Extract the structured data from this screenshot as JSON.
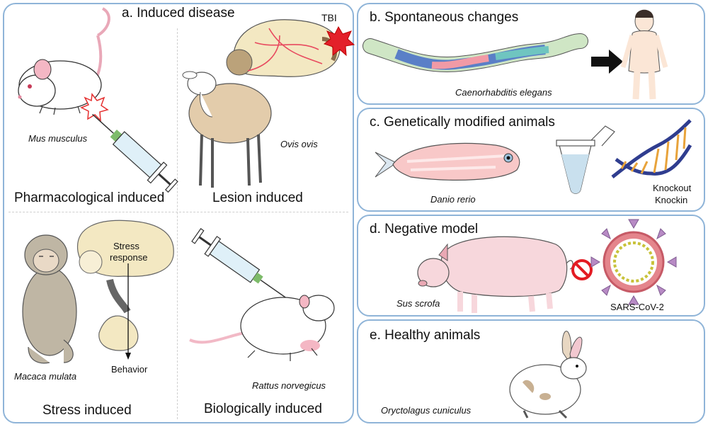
{
  "panel_a": {
    "title": "a. Induced disease",
    "q1": {
      "caption": "Pharmacological induced",
      "species": "Mus musculus"
    },
    "q2": {
      "caption": "Lesion induced",
      "species": "Ovis ovis",
      "tbi_label": "TBI"
    },
    "q3": {
      "caption": "Stress induced",
      "species": "Macaca mulata",
      "stress_label_1": "Stress",
      "stress_label_2": "response",
      "behavior_label": "Behavior"
    },
    "q4": {
      "caption": "Biologically induced",
      "species": "Rattus norvegicus"
    }
  },
  "panel_b": {
    "title": "b. Spontaneous changes",
    "species": "Caenorhabditis elegans"
  },
  "panel_c": {
    "title": "c. Genetically modified animals",
    "species": "Danio rerio",
    "label_1": "Knockout",
    "label_2": "Knockin"
  },
  "panel_d": {
    "title": "d. Negative model",
    "species": "Sus scrofa",
    "virus_label": "SARS-CoV-2"
  },
  "panel_e": {
    "title": "e. Healthy animals",
    "species": "Oryctolagus cuniculus"
  }
}
